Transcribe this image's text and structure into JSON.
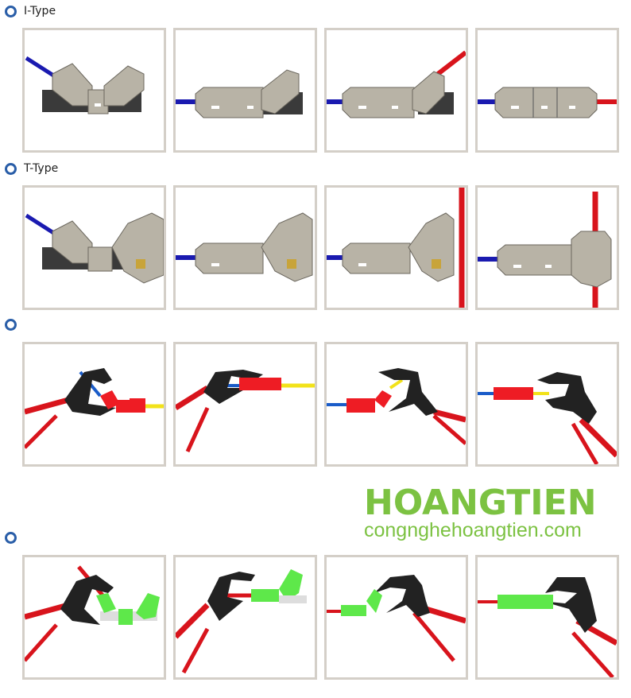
{
  "sections": [
    {
      "title": "I-Type",
      "bullet": "ring-bullet-icon"
    },
    {
      "title": "T-Type",
      "bullet": "ring-bullet-icon"
    },
    {
      "title": "",
      "bullet": "ring-bullet-icon"
    },
    {
      "title": "",
      "bullet": "ring-bullet-icon"
    }
  ],
  "rows": [
    {
      "name": "i-type-steps",
      "frames": [
        "step-1",
        "step-2",
        "step-3",
        "step-4"
      ]
    },
    {
      "name": "t-type-steps",
      "frames": [
        "step-1",
        "step-2",
        "step-3",
        "step-4"
      ]
    },
    {
      "name": "red-connector-plier-steps",
      "frames": [
        "step-1",
        "step-2",
        "step-3",
        "step-4"
      ]
    },
    {
      "name": "green-connector-plier-steps",
      "frames": [
        "step-1",
        "step-2",
        "step-3",
        "step-4"
      ]
    }
  ],
  "logo": {
    "brand": "HOANGTIEN",
    "url_text": "congnghehoangtien.com",
    "color": "#7cc242",
    "accent": "#2a7fc9"
  },
  "colors": {
    "frame_border": "#d4cfc8",
    "frame_corner": "#c9a77c",
    "bullet": "#2a5ea8",
    "wire_blue": "#1a1ab0",
    "wire_red": "#d8141c",
    "wire_yellow": "#f2e21a",
    "connector_grey": "#b8b3a6",
    "connector_red": "#ee1c24",
    "connector_green": "#5ee84a"
  }
}
